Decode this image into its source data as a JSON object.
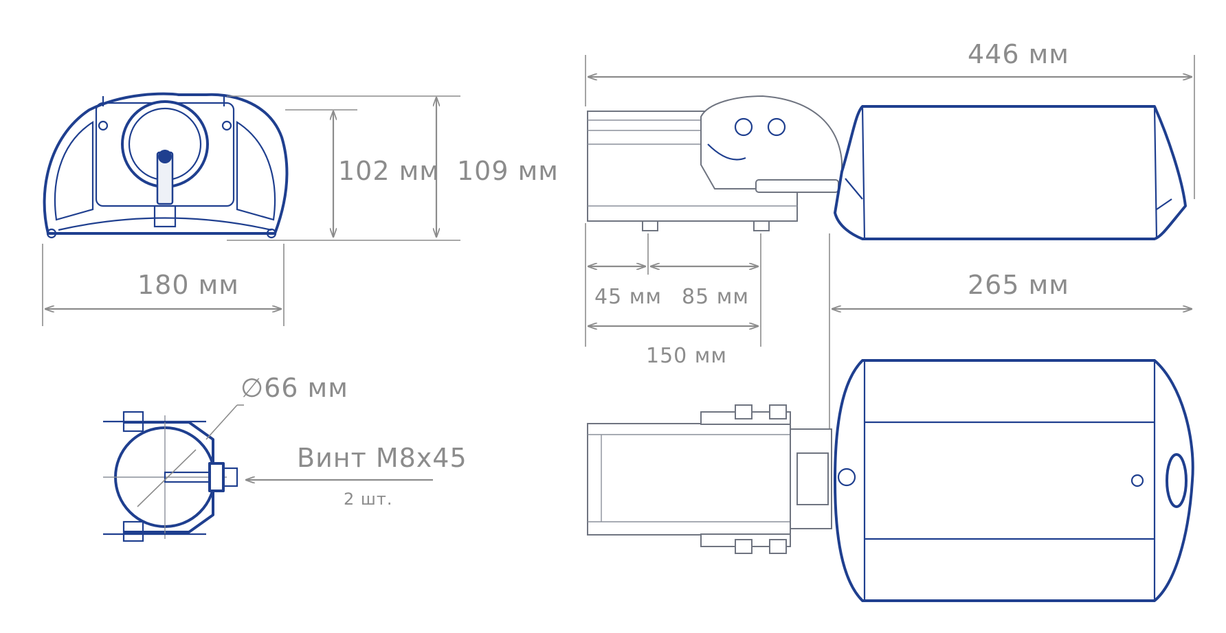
{
  "labels": {
    "front_height_inner": "102 мм",
    "front_height_outer": "109 мм",
    "front_width": "180 мм",
    "total_length": "446 мм",
    "body_length": "265 мм",
    "mount_offset": "45 мм",
    "mount_spacing": "85 мм",
    "mount_length": "150 мм",
    "pipe_diameter": "∅66 мм",
    "screw_spec": "Винт М8x45",
    "screw_qty": "2 шт."
  },
  "colors": {
    "outline_blue": "#1f3f8f",
    "dimension_gray": "#8c8c8c",
    "background": "#ffffff"
  }
}
